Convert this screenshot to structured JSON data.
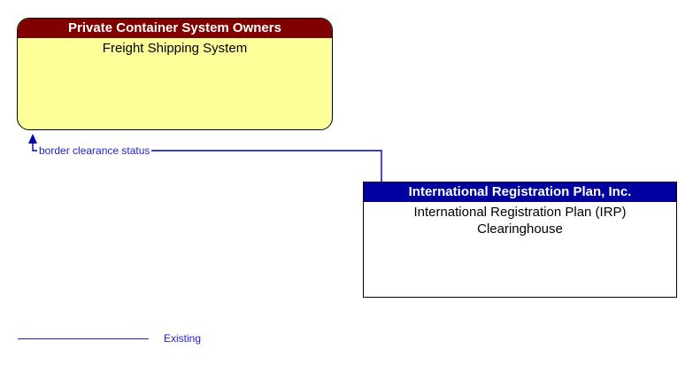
{
  "diagram": {
    "nodes": [
      {
        "id": "freight-shipping-system",
        "header": "Private Container System Owners",
        "body": "Freight Shipping System",
        "shape": "rounded",
        "header_color": "#800000",
        "body_color": "#ffff99",
        "header_text_color": "#ffffff",
        "body_text_color": "#000000"
      },
      {
        "id": "irp-clearinghouse",
        "header": "International Registration Plan, Inc.",
        "body": "International Registration Plan (IRP)\nClearinghouse",
        "shape": "rectangle",
        "header_color": "#0000a0",
        "body_color": "#ffffff",
        "header_text_color": "#ffffff",
        "body_text_color": "#000000"
      }
    ],
    "flows": [
      {
        "id": "border-clearance-status",
        "label": "border clearance status",
        "from": "irp-clearinghouse",
        "to": "freight-shipping-system",
        "style": "Existing",
        "color": "#0000aa"
      }
    ]
  },
  "legend": {
    "items": [
      {
        "label": "Existing",
        "color": "#2222cc"
      }
    ]
  }
}
